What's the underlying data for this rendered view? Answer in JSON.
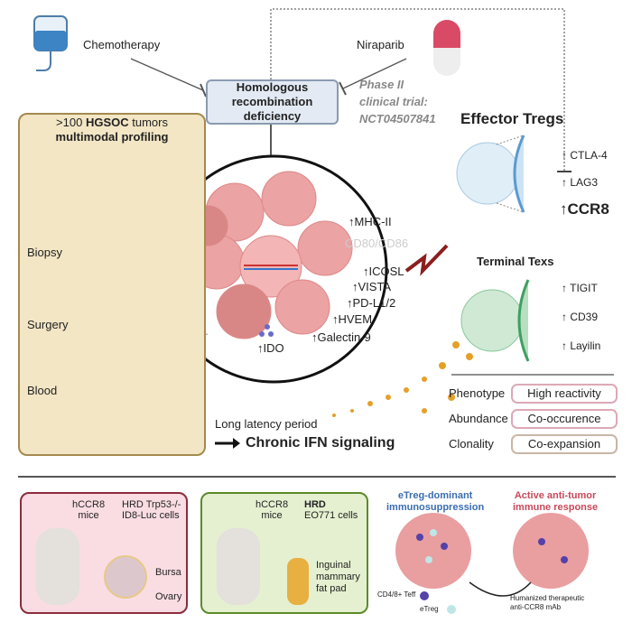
{
  "top": {
    "chemo": "Chemotherapy",
    "niraparib": "Niraparib",
    "hrd": "Homologous recombination deficiency",
    "trial": [
      "Phase II",
      "clinical trial:",
      "NCT04507841"
    ]
  },
  "left": {
    "title_pre": ">100 ",
    "title_bold": "HGSOC",
    "title_post": " tumors",
    "subtitle": "multimodal profiling",
    "biopsy": "Biopsy",
    "surgery": "Surgery",
    "blood": "Blood"
  },
  "tumor": {
    "markers": [
      "↑MHC-II",
      "CD80/CD86",
      "↑ICOSL",
      "↑VISTA",
      "↑PD-L1/2",
      "↑HVEM",
      "↑Galectin-9",
      "↑IDO"
    ]
  },
  "effector": {
    "title": "Effector Tregs",
    "markers": [
      "↑ CTLA-4",
      "↑ LAG3",
      "↑CCR8"
    ]
  },
  "texs": {
    "title": "Terminal Texs",
    "markers": [
      "↑ TIGIT",
      "↑ CD39",
      "↑ Layilin"
    ]
  },
  "table": [
    {
      "label": "Phenotype",
      "value": "High reactivity"
    },
    {
      "label": "Abundance",
      "value": "Co-occurence"
    },
    {
      "label": "Clonality",
      "value": "Co-expansion"
    }
  ],
  "ifn": {
    "latency": "Long latency period",
    "signal": "Chronic IFN signaling"
  },
  "bottom": {
    "p1": {
      "mouse": "hCCR8",
      "mice": "mice",
      "cells1": "HRD Trp53-/-",
      "cells2": "ID8-Luc cells",
      "bursa": "Bursa",
      "ovary": "Ovary"
    },
    "p2": {
      "mouse": "hCCR8",
      "mice": "mice",
      "cells1": "HRD",
      "cells2": "EO771 cells",
      "site": [
        "Inguinal",
        "mammary",
        "fat pad"
      ]
    },
    "left_title": [
      "eTreg-dominant",
      "immunosuppression"
    ],
    "right_title": [
      "Active anti-tumor",
      "immune response"
    ],
    "teff": "CD4/8+ Teff",
    "etreg": "eTreg",
    "mab": [
      "Humanized therapeutic",
      "anti-CCR8 mAb"
    ]
  },
  "colors": {
    "blue_title": "#3a6db0",
    "red_title": "#c8485a",
    "panel_pink": "#f9dde3",
    "panel_green": "#e5f0d0",
    "beige": "#f3e6c5"
  }
}
